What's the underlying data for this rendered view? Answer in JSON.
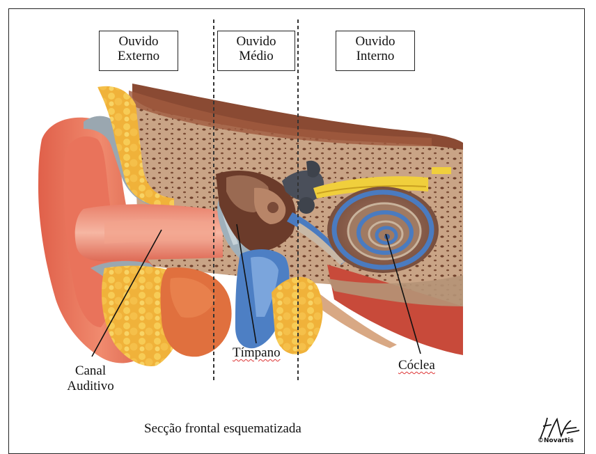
{
  "regions": [
    {
      "line1": "Ouvido",
      "line2": "Externo"
    },
    {
      "line1": "Ouvido",
      "line2": "Médio"
    },
    {
      "line1": "Ouvido",
      "line2": "Interno"
    }
  ],
  "labels": {
    "canal_line1": "Canal",
    "canal_line2": "Auditivo",
    "timpano": "Tímpano",
    "coclea": "Cóclea"
  },
  "caption": "Secção frontal esquematizada",
  "credit": {
    "signature": "F. Netter",
    "copyright": "©Novartis"
  }
}
